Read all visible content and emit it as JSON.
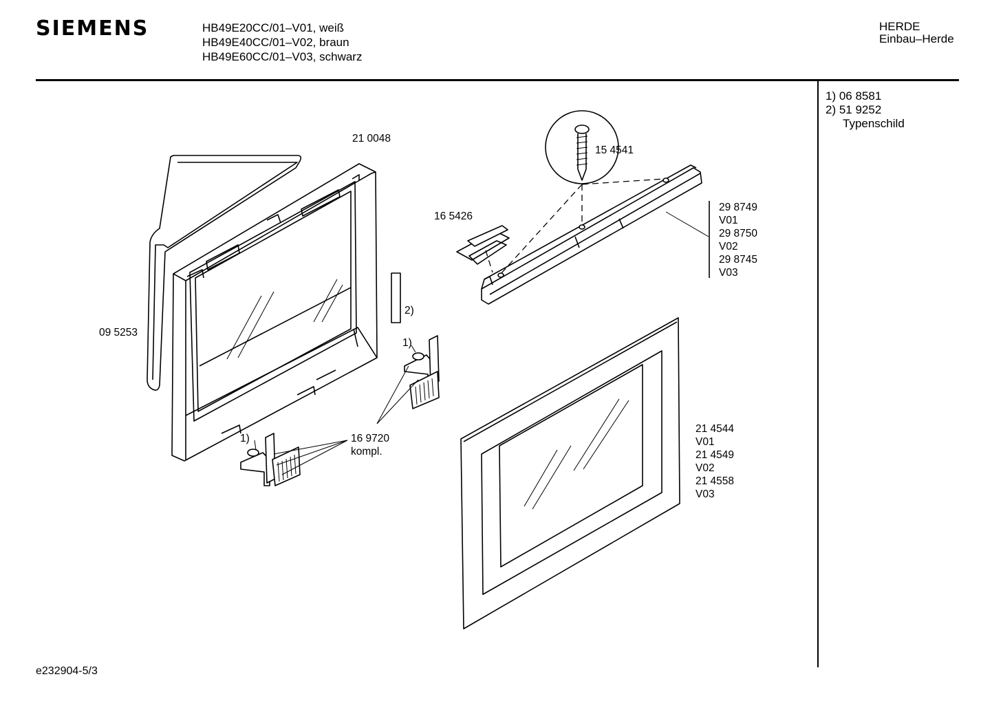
{
  "header": {
    "brand": "SIEMENS",
    "models": [
      "HB49E20CC/01–V01, weiß",
      "HB49E40CC/01–V02, braun",
      "HB49E60CC/01–V03, schwarz"
    ],
    "category": [
      "HERDE",
      "Einbau–Herde"
    ]
  },
  "notes": {
    "items": [
      "1) 06 8581",
      "2) 51 9252"
    ],
    "sub": "Typenschild"
  },
  "parts": {
    "gasket": "09 5253",
    "inner_door": "21 0048",
    "hinge": [
      "16 9720",
      "kompl."
    ],
    "type_plate_ref": "2)",
    "hinge_ref": "1)",
    "handle_cap": "16 5426",
    "screw": "15 4541",
    "handle": [
      "29 8749",
      "V01",
      "29 8750",
      "V02",
      "29 8745",
      "V03"
    ],
    "outer_glass": [
      "21 4544",
      "V01",
      "21 4549",
      "V02",
      "21 4558",
      "V03"
    ]
  },
  "footer": {
    "code": "e232904-5/3"
  }
}
